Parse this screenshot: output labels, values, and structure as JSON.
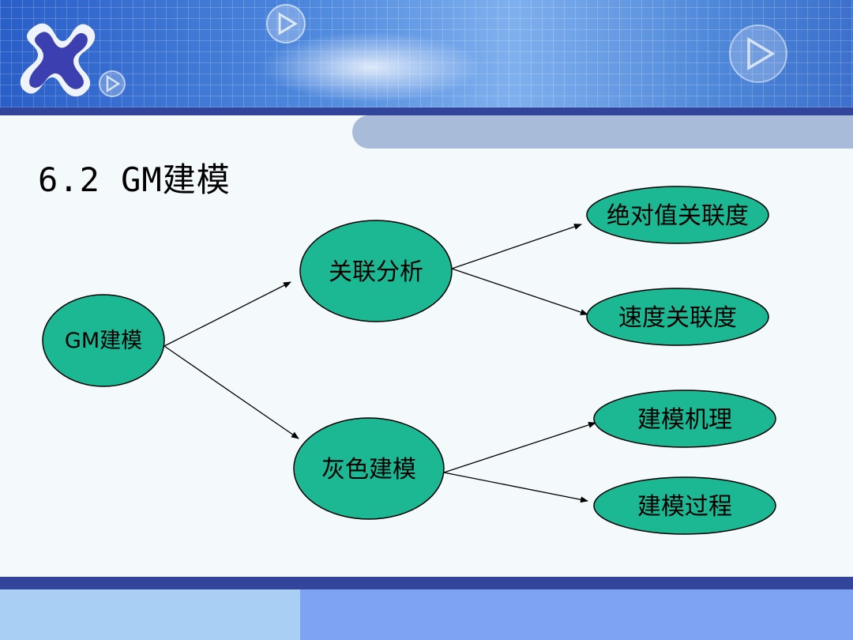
{
  "slide": {
    "title": "6.2 GM建模"
  },
  "diagram": {
    "nodes": {
      "root": "GM建模",
      "association_analysis": "关联分析",
      "grey_modeling": "灰色建模",
      "absolute_association": "绝对值关联度",
      "speed_association": "速度关联度",
      "modeling_mechanism": "建模机理",
      "modeling_process": "建模过程"
    },
    "colors": {
      "node_fill": "#1bb893",
      "node_stroke": "#000000",
      "edge": "#000000"
    }
  }
}
